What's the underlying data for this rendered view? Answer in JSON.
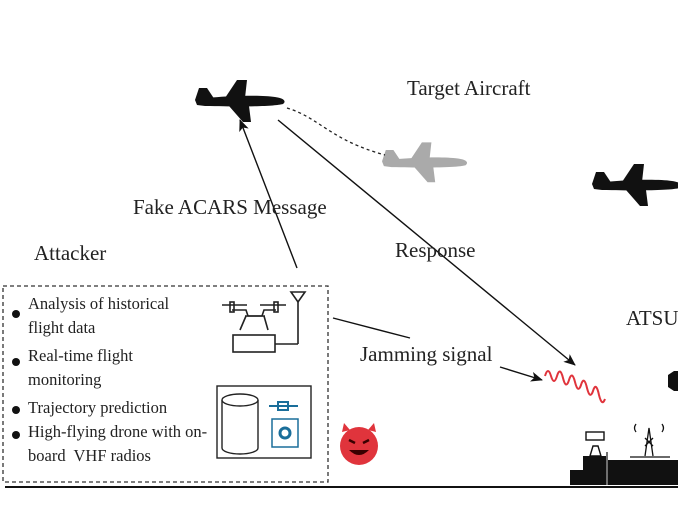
{
  "labels": {
    "target_aircraft": "Target Aircraft",
    "fake_acars": "Fake ACARS Message",
    "attacker": "Attacker",
    "response": "Response",
    "jamming": "Jamming signal",
    "atsu": "ATSU"
  },
  "attacker_capabilities": [
    "Analysis of historical flight data",
    "Real-time flight monitoring",
    "Trajectory prediction",
    "High-flying drone with on-board  VHF radios"
  ],
  "icons": [
    "airplane-icon",
    "drone-icon",
    "antenna-icon",
    "database-icon",
    "radio-icon",
    "devil-emoji-icon",
    "ground-station-icon",
    "radio-tower-icon"
  ],
  "colors": {
    "jamming_wave": "#e0343c",
    "devil": "#e0343c",
    "ghost_plane": "#aaaaaa",
    "radio": "#1a6e9a"
  }
}
